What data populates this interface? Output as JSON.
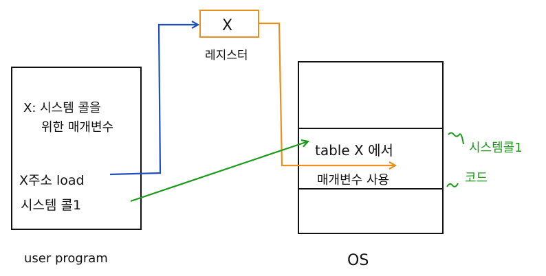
{
  "register": {
    "value": "X",
    "label": "레지스터"
  },
  "user_program": {
    "note_line1": "X: 시스템 콜을",
    "note_line2": "위한 매개변수",
    "load_line": "X주소 load",
    "syscall_line": "시스템 콜1",
    "caption": "user program"
  },
  "os": {
    "table_line": "table X 에서",
    "param_line": "매개변수 사용",
    "caption": "OS"
  },
  "side_labels": {
    "syscall_label": "시스템콜1",
    "code_label": "코드"
  },
  "colors": {
    "ink": "#111111",
    "blue": "#1f4fbf",
    "orange": "#e8901e",
    "green": "#1a9a1a"
  }
}
